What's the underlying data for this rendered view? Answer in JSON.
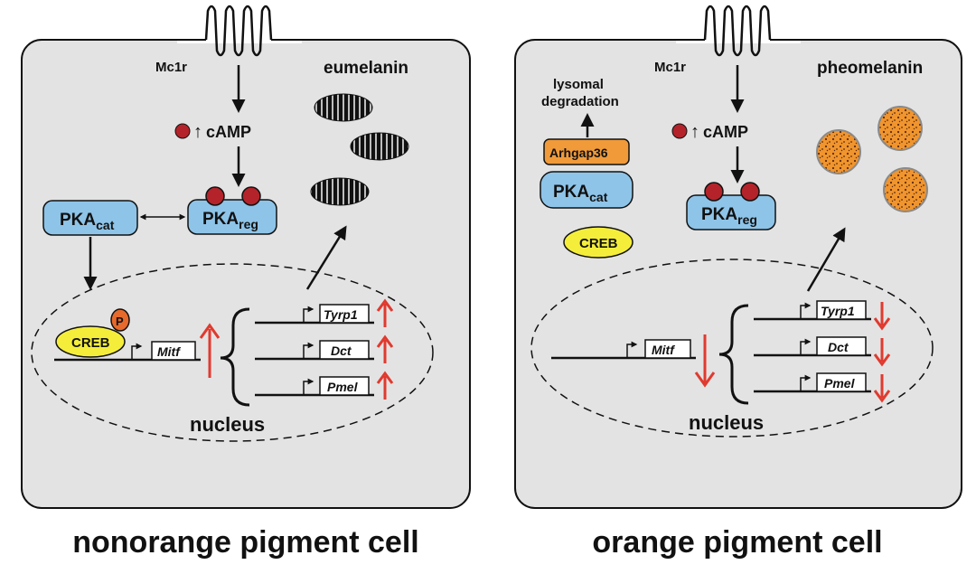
{
  "colors": {
    "cell_fill": "#e3e3e3",
    "pka_fill": "#8ec4e8",
    "creb_fill": "#f4ee3a",
    "phospho_fill": "#e66a2c",
    "camp_fill": "#b4232a",
    "arrow_red": "#e03a2f",
    "arhgap_fill": "#f09a3a",
    "pheo_fill": "#f0952e"
  },
  "left": {
    "receptor": "Mc1r",
    "camp": "cAMP",
    "camp_arrow": "↑",
    "pka_cat_main": "PKA",
    "pka_cat_sub": "cat",
    "pka_reg_main": "PKA",
    "pka_reg_sub": "reg",
    "creb": "CREB",
    "phospho": "P",
    "pigment": "eumelanin",
    "nucleus": "nucleus",
    "caption": "nonorange pigment cell",
    "genes": {
      "mitf": "Mitf",
      "tyrp1": "Tyrp1",
      "dct": "Dct",
      "pmel": "Pmel"
    }
  },
  "right": {
    "receptor": "Mc1r",
    "camp": "cAMP",
    "camp_arrow": "↑",
    "pka_cat_main": "PKA",
    "pka_cat_sub": "cat",
    "pka_reg_main": "PKA",
    "pka_reg_sub": "reg",
    "arhgap": "Arhgap36",
    "creb": "CREB",
    "degradation_line1": "lysomal",
    "degradation_line2": "degradation",
    "pigment": "pheomelanin",
    "nucleus": "nucleus",
    "caption": "orange pigment cell",
    "genes": {
      "mitf": "Mitf",
      "tyrp1": "Tyrp1",
      "dct": "Dct",
      "pmel": "Pmel"
    }
  }
}
